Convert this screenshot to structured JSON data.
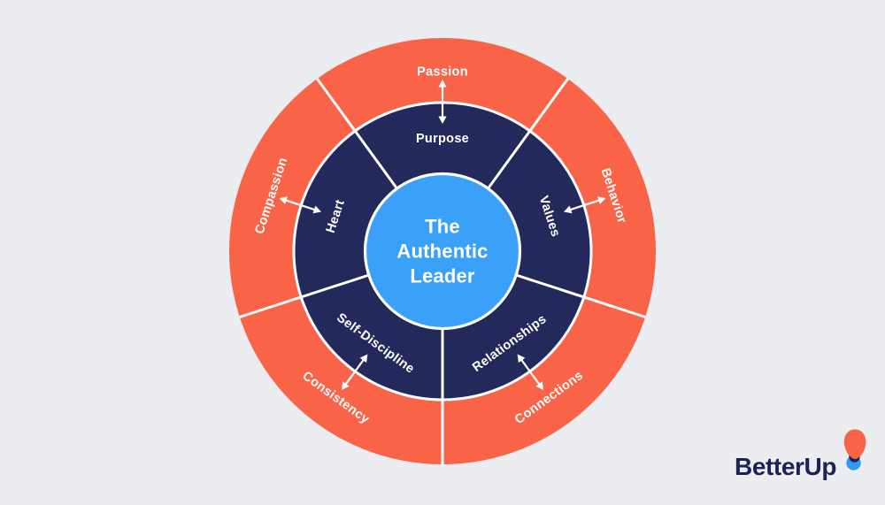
{
  "page": {
    "background": "#ECEDF1"
  },
  "colors": {
    "coral": "#F96348",
    "navy": "#232A5B",
    "sky_blue": "#3BA1F8",
    "white": "#FFFFFF",
    "logo_navy": "#1B2255",
    "logo_coral": "#F96348",
    "logo_blue": "#2F9BF0"
  },
  "wheel": {
    "center_title": {
      "line1": "The",
      "line2": "Authentic",
      "line3": "Leader"
    },
    "sectors": [
      {
        "name": "purpose",
        "inner_label": "Purpose",
        "outer_label": "Passion"
      },
      {
        "name": "values",
        "inner_label": "Values",
        "outer_label": "Behavior"
      },
      {
        "name": "relationships",
        "inner_label": "Relationships",
        "outer_label": "Connections"
      },
      {
        "name": "self_discipline",
        "inner_label": "Self-Discipline",
        "outer_label": "Consistency"
      },
      {
        "name": "heart",
        "inner_label": "Heart",
        "outer_label": "Compassion"
      }
    ]
  },
  "logo": {
    "wordmark": "BetterUp"
  }
}
